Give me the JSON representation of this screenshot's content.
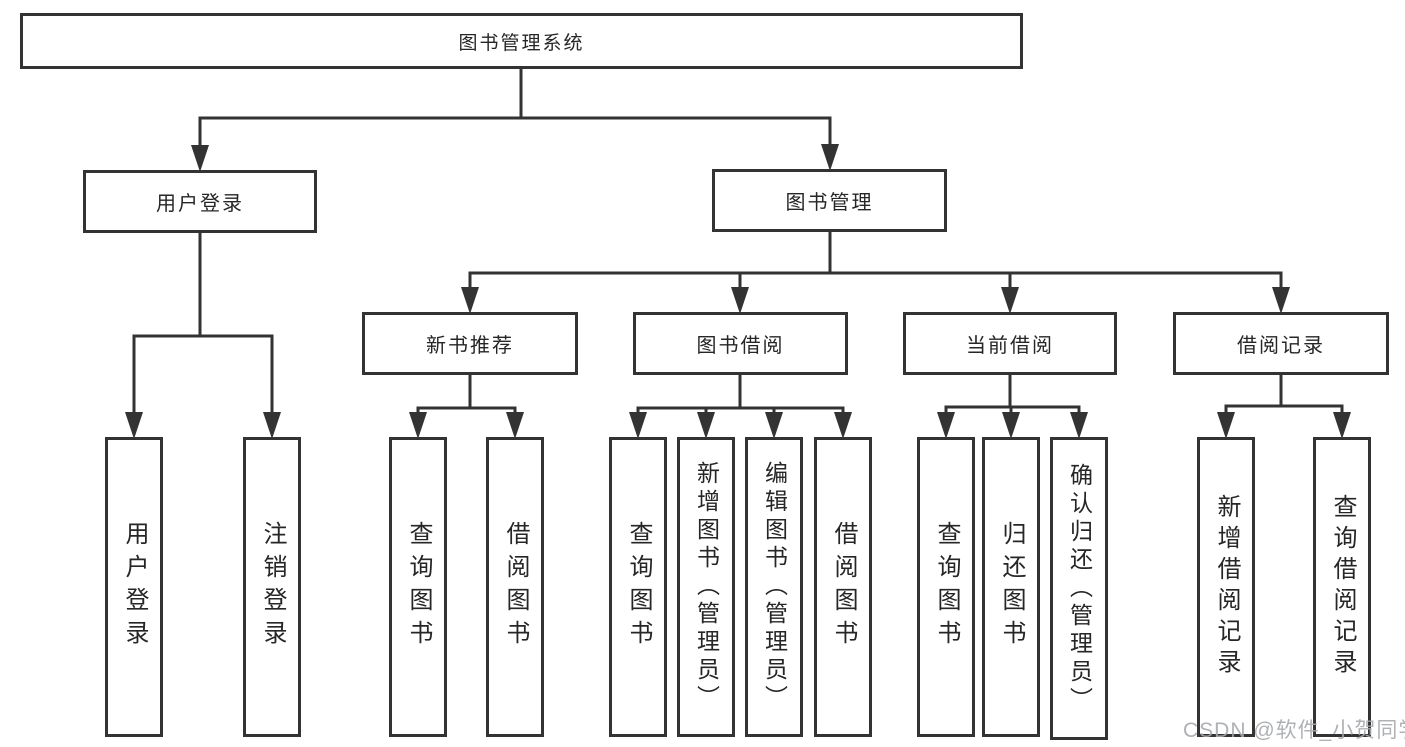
{
  "nodes": {
    "root": "图书管理系统",
    "user_login": "用户登录",
    "book_mgmt": "图书管理",
    "new_book_rec": "新书推荐",
    "book_borrow": "图书借阅",
    "current_borrow": "当前借阅",
    "borrow_records": "借阅记录",
    "leaf_user_login": "用户登录",
    "leaf_logout": "注销登录",
    "leaf_rec_query_books": "查询图书",
    "leaf_rec_borrow_books": "借阅图书",
    "leaf_bb_query_books": "查询图书",
    "leaf_bb_add_books": "新增图书（管理员）",
    "leaf_bb_edit_books": "编辑图书（管理员）",
    "leaf_bb_borrow_books": "借阅图书",
    "leaf_cb_query_books": "查询图书",
    "leaf_cb_return_books": "归还图书",
    "leaf_cb_confirm_return": "确认归还（管理员）",
    "leaf_br_add_record": "新增借阅记录",
    "leaf_br_query_record": "查询借阅记录"
  },
  "watermark": {
    "text": "CSDN @软件_小贺同学"
  },
  "colors": {
    "line": "#333333",
    "text": "#262626",
    "watermark": "#a6a9ad",
    "background": "#ffffff"
  }
}
